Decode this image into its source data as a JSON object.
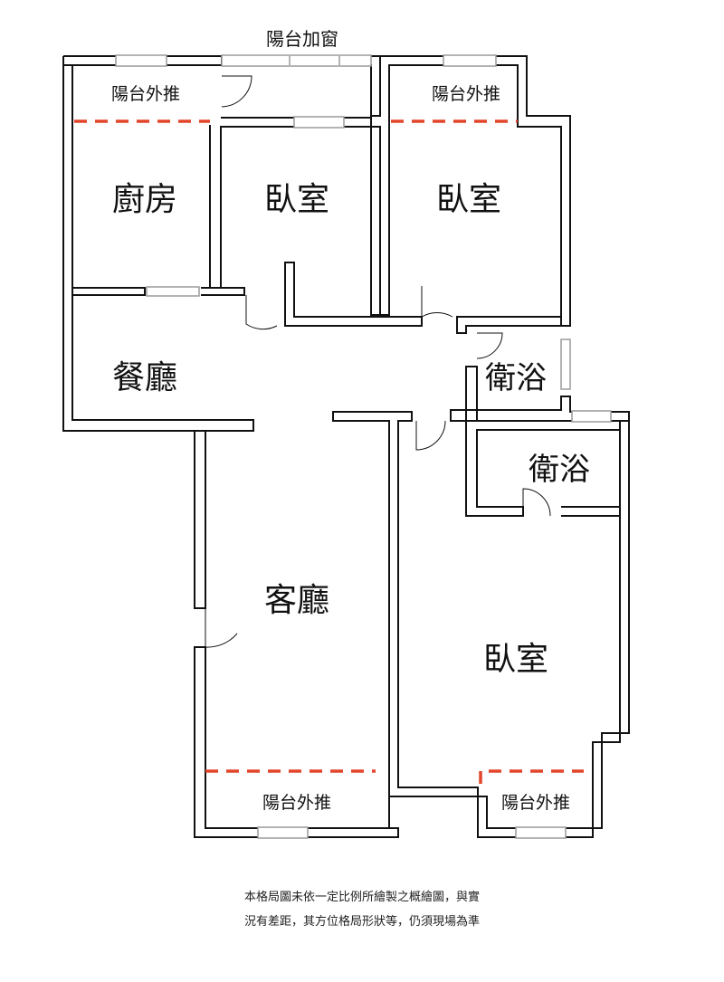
{
  "rooms": {
    "top_balcony_window": "陽台加窗",
    "balcony_out_kitchen": "陽台外推",
    "balcony_out_bedroom2": "陽台外推",
    "kitchen": "廚房",
    "bedroom1": "臥室",
    "bedroom2": "臥室",
    "dining": "餐廳",
    "bath1": "衛浴",
    "bath2": "衛浴",
    "living": "客廳",
    "bedroom3": "臥室",
    "balcony_out_living": "陽台外推",
    "balcony_out_bedroom3": "陽台外推"
  },
  "disclaimer": {
    "line1": "本格局圖未依一定比例所繪製之概繪圖，與實",
    "line2": "況有差距，其方位格局形狀等，仍須現場為準"
  },
  "colors": {
    "wall": "#111111",
    "window": "#9a9a9a",
    "dashed_line": "#e2452a",
    "background": "#ffffff"
  }
}
